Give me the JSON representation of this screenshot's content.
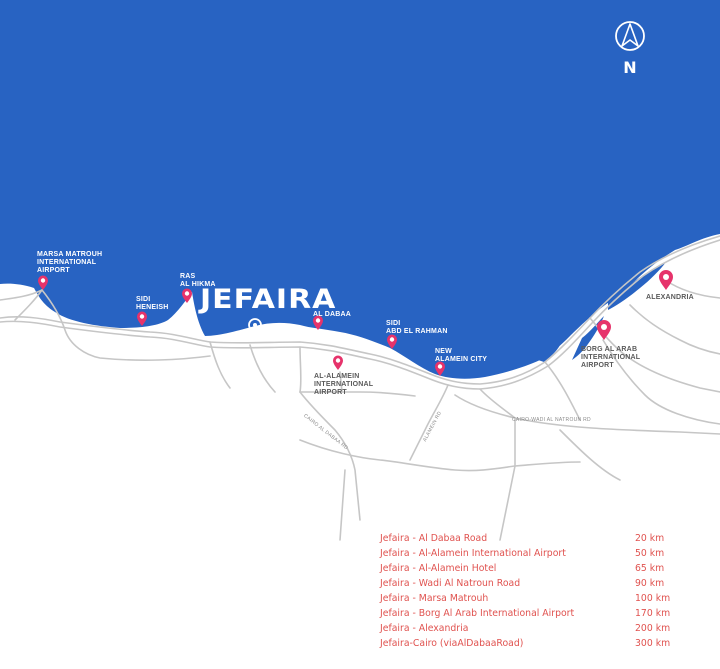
{
  "brand": {
    "name": "JEFAIRA"
  },
  "compass": {
    "letter": "N",
    "icon": "compass-north-icon"
  },
  "colors": {
    "sea": "#2863c2",
    "marker": "#e6336b",
    "road": "#c6c6c6",
    "distance_text": "#e0524f",
    "label_dark": "#5a5a5a"
  },
  "places": {
    "marsa_matrouh": [
      "MARSA MATROUH",
      "INTERNATIONAL",
      "AIRPORT"
    ],
    "sidi_heneish": [
      "SIDI",
      "HENEISH"
    ],
    "ras_al_hikma": [
      "RAS",
      "AL HIKMA"
    ],
    "al_dabaa": [
      "AL DABAA"
    ],
    "al_alamein": [
      "AL-ALAMEIN",
      "INTERNATIONAL",
      "AIRPORT"
    ],
    "sidi_abd": [
      "SIDI",
      "ABD EL RAHMAN"
    ],
    "new_alamein": [
      "NEW",
      "ALAMEIN CITY"
    ],
    "borg_al_arab": [
      "BORG AL ARAB",
      "INTERNATIONAL",
      "AIRPORT"
    ],
    "alexandria": [
      "ALEXANDRIA"
    ]
  },
  "roads": {
    "cairo_dabaa": "CAIRO AL DABAA RD",
    "cairo_wadi": "CAIRO-WADI AL NATROUN RD",
    "alamein": "ALAMEIN RD"
  },
  "distances": [
    {
      "name": "Jefaira - Al Dabaa Road",
      "value": "20 km"
    },
    {
      "name": "Jefaira - Al-Alamein International Airport",
      "value": "50 km"
    },
    {
      "name": "Jefaira - Al-Alamein Hotel",
      "value": "65 km"
    },
    {
      "name": "Jefaira - Wadi Al Natroun Road",
      "value": "90 km"
    },
    {
      "name": "Jefaira - Marsa Matrouh",
      "value": "100 km"
    },
    {
      "name": "Jefaira - Borg Al Arab International Airport",
      "value": "170 km"
    },
    {
      "name": "Jefaira - Alexandria",
      "value": "200 km"
    },
    {
      "name": "Jefaira-Cairo (viaAlDabaaRoad)",
      "value": "300 km"
    }
  ]
}
